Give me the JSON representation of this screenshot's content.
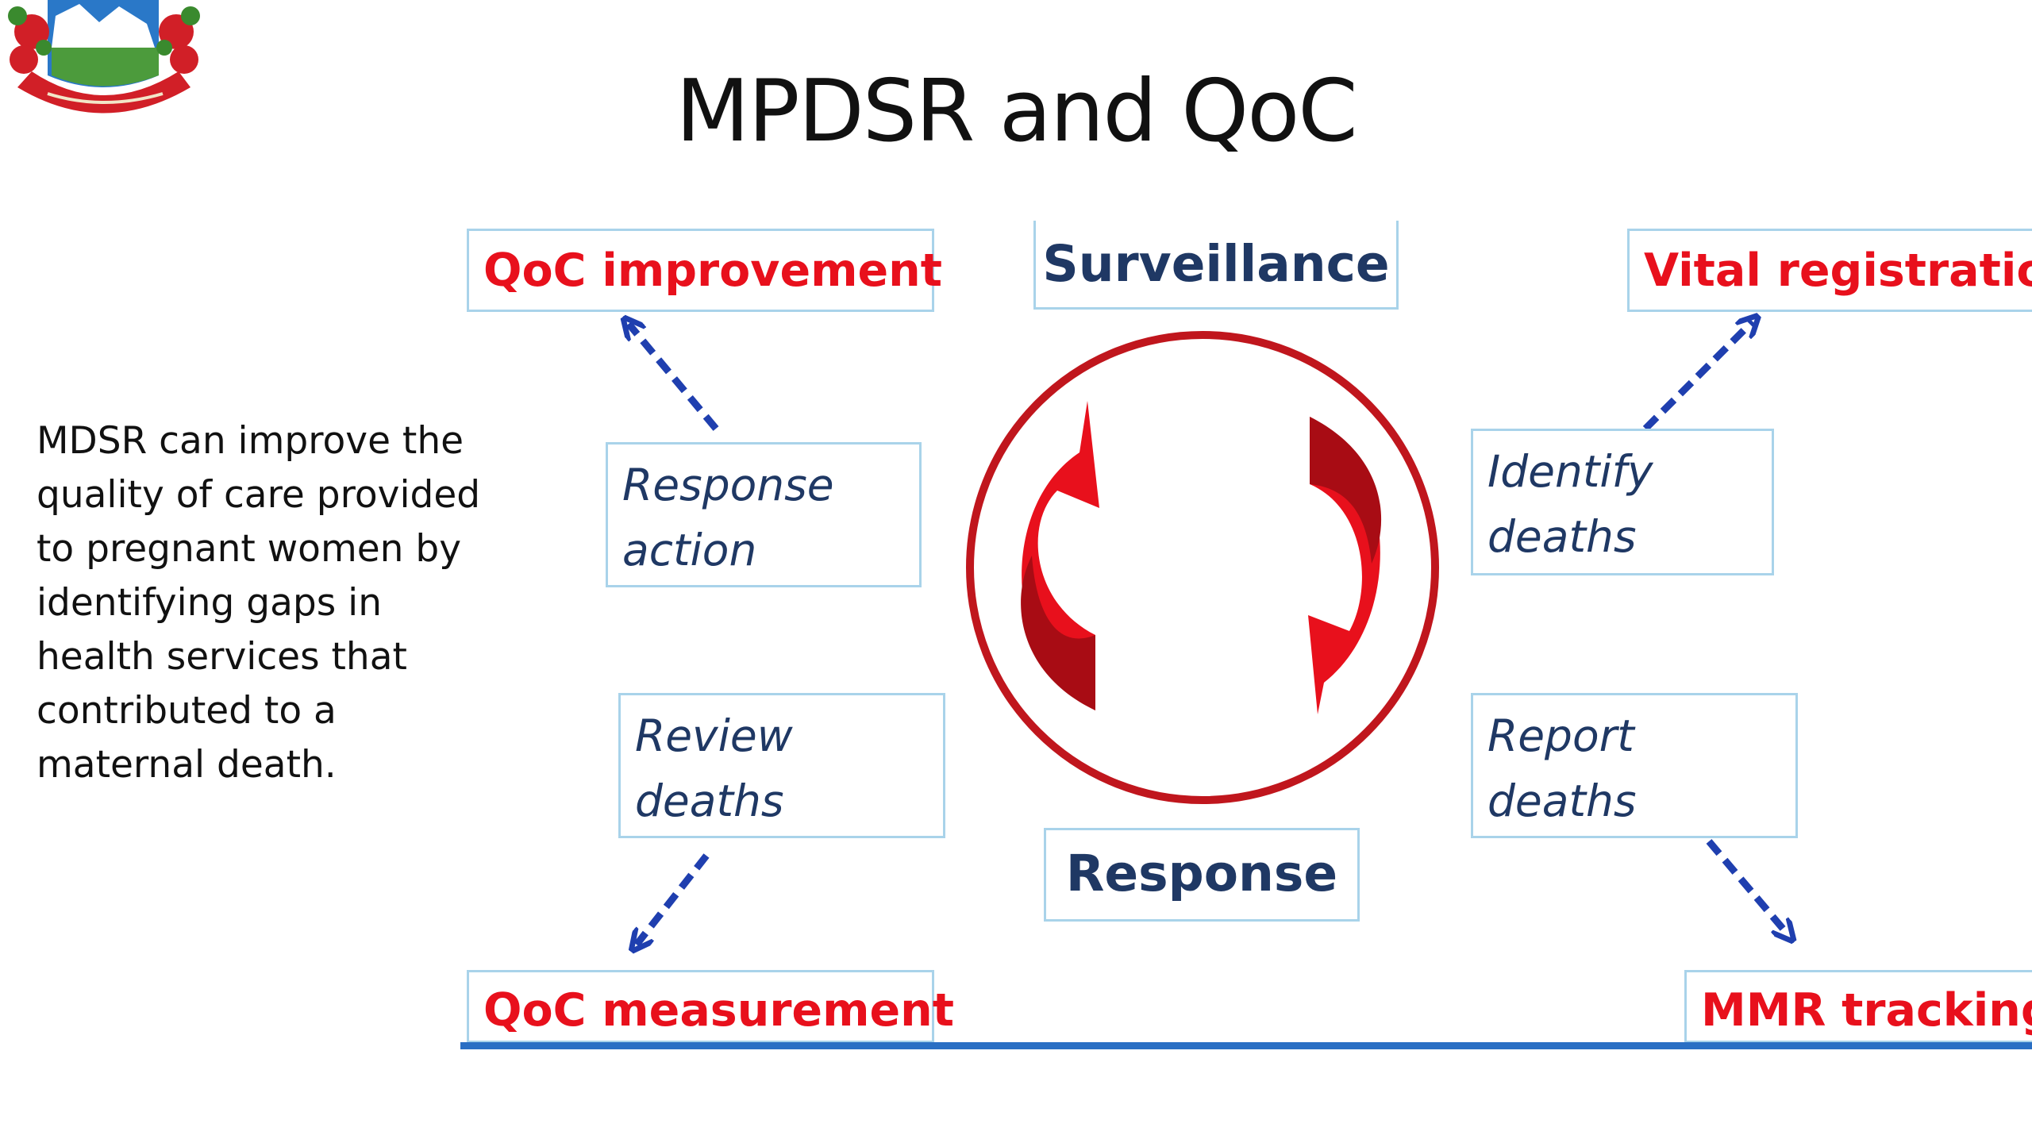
{
  "title": "MPDSR and QoC",
  "side_text": "MDSR can improve the quality of care provided to pregnant women by identifying gaps in health services that contributed to a maternal death.",
  "outer_boxes": {
    "qoc_improvement": "QoC  improvement",
    "vital_registration": "Vital registration",
    "qoc_measurement": "QoC  measurement",
    "mmr_tracking": "MMR tracking"
  },
  "center_boxes": {
    "surveillance": "Surveillance",
    "response": "Response"
  },
  "step_boxes": {
    "response_action": [
      "Response",
      "action"
    ],
    "identify_deaths": [
      "Identify",
      "deaths"
    ],
    "review_deaths": [
      "Review",
      "deaths"
    ],
    "report_deaths": [
      "Report",
      "deaths"
    ]
  },
  "colors": {
    "outer_label": "#e8101c",
    "center_label": "#1f3864",
    "box_border": "#a9d3ea",
    "cycle_ring": "#c0161d",
    "cycle_arrows": "#e8101c",
    "dashed_arrows": "#1f3faf",
    "bottom_rule": "#2a6fc4"
  },
  "icons": {
    "emblem": "nepal-government-emblem",
    "cycle": "circular-cycle-arrows",
    "arrows": "dashed-diagonal-arrow"
  }
}
